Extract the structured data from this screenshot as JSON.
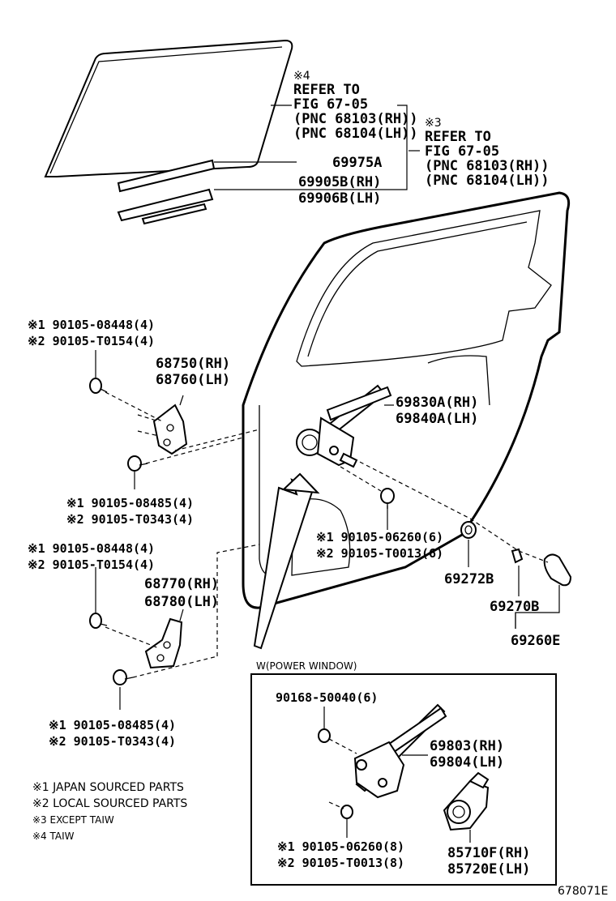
{
  "callouts": {
    "ref_a_mark": "※4",
    "ref_a_line1": "REFER TO",
    "ref_a_line2": "FIG 67-05",
    "ref_a_line3": "(PNC 68103(RH))",
    "ref_a_line4": "(PNC 68104(LH))",
    "ref_b_mark": "※3",
    "ref_b_line1": "REFER TO",
    "ref_b_line2": "FIG 67-05",
    "ref_b_line3": "(PNC 68103(RH))",
    "ref_b_line4": "(PNC 68104(LH))",
    "p69975a": "69975A",
    "p69905b": "69905B(RH)",
    "p69906b": "69906B(LH)",
    "bolt_a1": "※1 90105-08448(4)",
    "bolt_a2": "※2 90105-T0154(4)",
    "p68750": "68750(RH)",
    "p68760": "68760(LH)",
    "p69830a": "69830A(RH)",
    "p69840a": "69840A(LH)",
    "bolt_b1": "※1 90105-08485(4)",
    "bolt_b2": "※2 90105-T0343(4)",
    "bolt_c1": "※1 90105-06260(6)",
    "bolt_c2": "※2 90105-T0013(6)",
    "p69272b": "69272B",
    "bolt_d1": "※1 90105-08448(4)",
    "bolt_d2": "※2 90105-T0154(4)",
    "p68770": "68770(RH)",
    "p68780": "68780(LH)",
    "p69270b": "69270B",
    "p69260e": "69260E",
    "bolt_e1": "※1 90105-08485(4)",
    "bolt_e2": "※2 90105-T0343(4)"
  },
  "inset": {
    "title": "W(POWER WINDOW)",
    "p90168": "90168-50040(6)",
    "p69803": "69803(RH)",
    "p69804": "69804(LH)",
    "bolt_f1": "※1 90105-06260(8)",
    "bolt_f2": "※2 90105-T0013(8)",
    "p85710f": "85710F(RH)",
    "p85720e": "85720E(LH)"
  },
  "legend": [
    "※1 JAPAN SOURCED PARTS",
    "※2 LOCAL SOURCED PARTS",
    "※3 EXCEPT TAIW",
    "※4 TAIW"
  ],
  "figure_id": "678071E"
}
